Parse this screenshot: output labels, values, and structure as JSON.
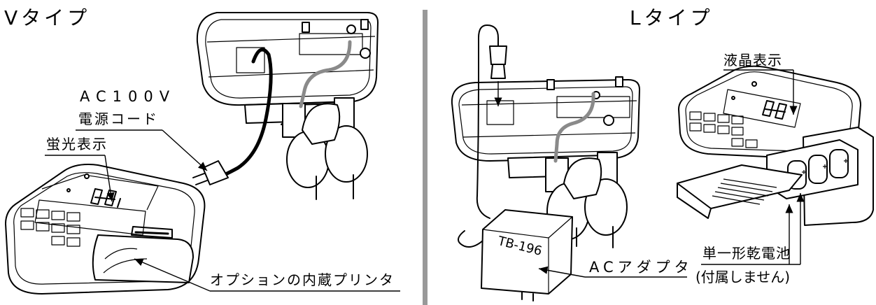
{
  "left_panel": {
    "title": "Vタイプ",
    "labels": {
      "power_cord_spec": "AC100V",
      "power_cord": "電源コード",
      "display": "蛍光表示",
      "printer": "オプションの内蔵プリンタ"
    }
  },
  "right_panel": {
    "title": "Lタイプ",
    "labels": {
      "display": "液晶表示",
      "adapter_model": "TB-196",
      "adapter": "ACアダプタ",
      "battery": "単一形乾電池",
      "battery_note": "(付属しません)"
    }
  },
  "colors": {
    "divider": "#999999",
    "cable": "#8a8a8a",
    "line": "#000000"
  }
}
